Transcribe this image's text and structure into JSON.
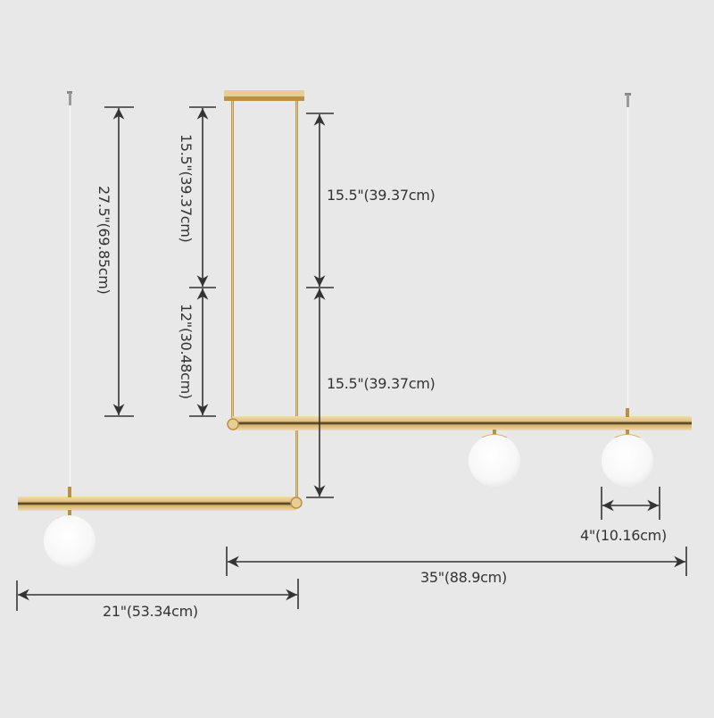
{
  "colors": {
    "background": "#e8e8e8",
    "gold": "#d9b66f",
    "gold_dark": "#a07a34",
    "gold_light": "#f1dcaa",
    "globe": "#fbfbfb",
    "dimension_line": "#333333",
    "cable": "#f5f5f5"
  },
  "dimensions": {
    "total_drop": "27.5\"(69.85cm)",
    "upper_rod_left": "15.5\"(39.37cm)",
    "lower_rod_left": "12\"(30.48cm)",
    "upper_rod_right": "15.5\"(39.37cm)",
    "lower_rod_right": "15.5\"(39.37cm)",
    "globe_diameter": "4\"(10.16cm)",
    "upper_bar_span": "35\"(88.9cm)",
    "lower_bar_span": "21\"(53.34cm)"
  },
  "components": {
    "canopy": "ceiling-canopy",
    "lamps": [
      {
        "name": "left-globe",
        "bar": "lower"
      },
      {
        "name": "middle-globe",
        "bar": "upper"
      },
      {
        "name": "right-globe",
        "bar": "upper"
      }
    ]
  }
}
